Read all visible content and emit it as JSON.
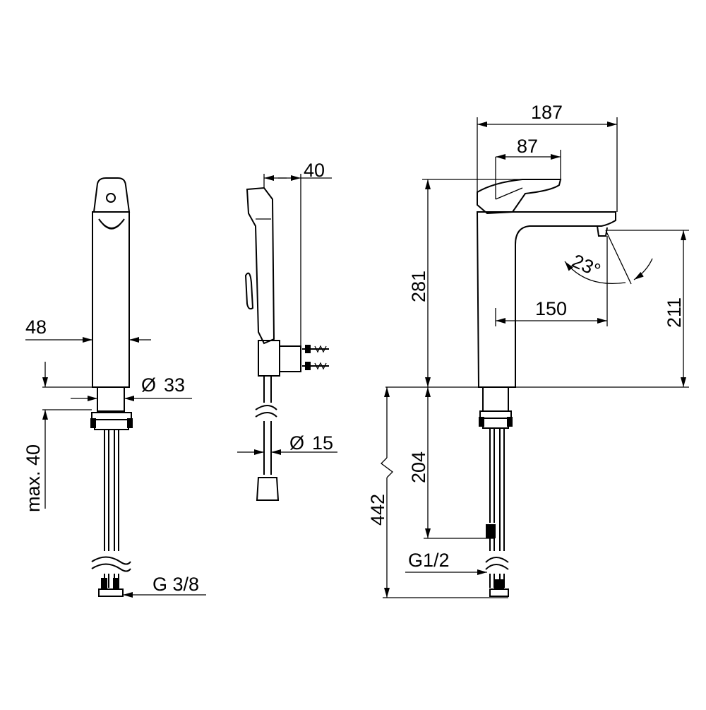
{
  "dimensions": {
    "front_body_width": "48",
    "front_shank_diameter": "33",
    "front_max_thickness": "max. 40",
    "front_connection": "G 3/8",
    "side_handle_offset": "40",
    "side_hose_diameter": "15",
    "side_total_depth": "187",
    "side_lever_length": "87",
    "side_height": "281",
    "side_spout_angle": "23°",
    "side_spout_height": "211",
    "side_spout_reach": "150",
    "side_shank_length": "204",
    "side_total_length": "442",
    "side_connection": "G1/2"
  },
  "symbols": {
    "diameter": "Ø"
  }
}
